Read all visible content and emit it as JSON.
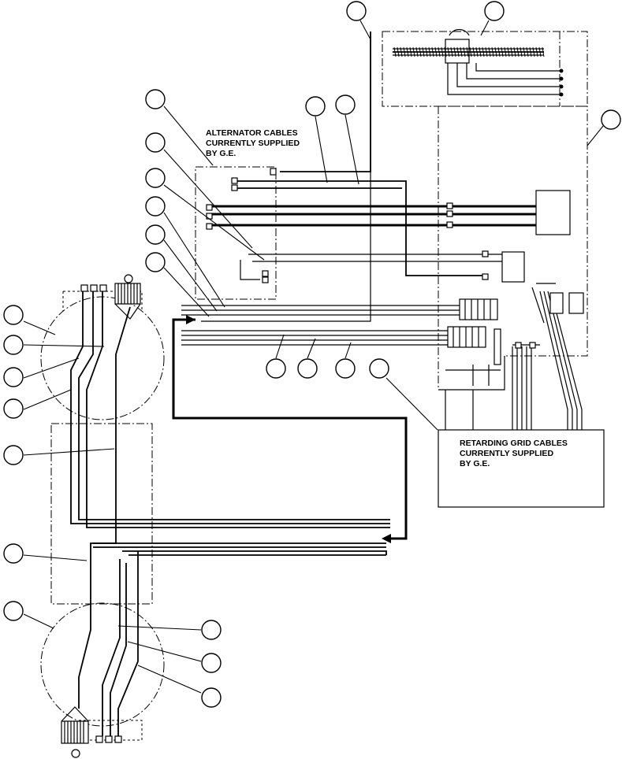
{
  "diagram": {
    "alternator_note": [
      "ALTERNATOR CABLES",
      "CURRENTLY SUPPLIED",
      "BY G.E."
    ],
    "retarding_note": [
      "RETARDING GRID CABLES",
      "CURRENTLY SUPPLIED",
      "BY G.E."
    ]
  }
}
